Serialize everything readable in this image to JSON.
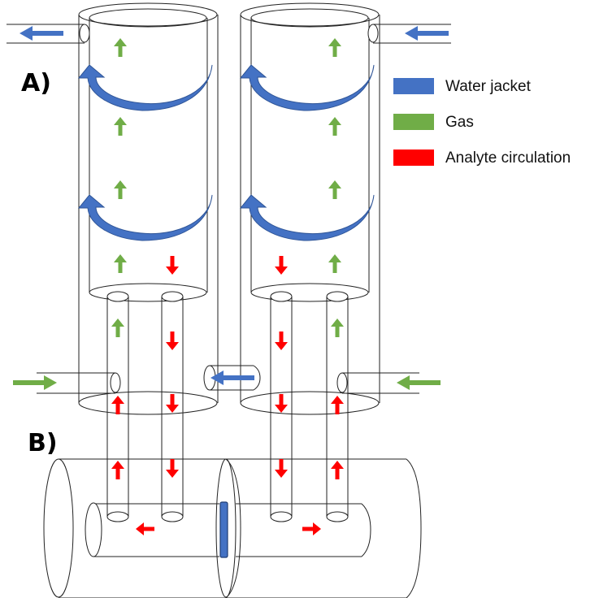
{
  "labels": {
    "a": "A)",
    "b": "B)"
  },
  "legend": [
    {
      "label": "Water jacket",
      "color": "#4472C4"
    },
    {
      "label": "Gas",
      "color": "#70AD47"
    },
    {
      "label": "Analyte circulation",
      "color": "#FF0000"
    }
  ],
  "colors": {
    "water": "#4472C4",
    "gas": "#70AD47",
    "analyte": "#FF0000",
    "membrane": "#4472C4",
    "outline": "#222222"
  }
}
